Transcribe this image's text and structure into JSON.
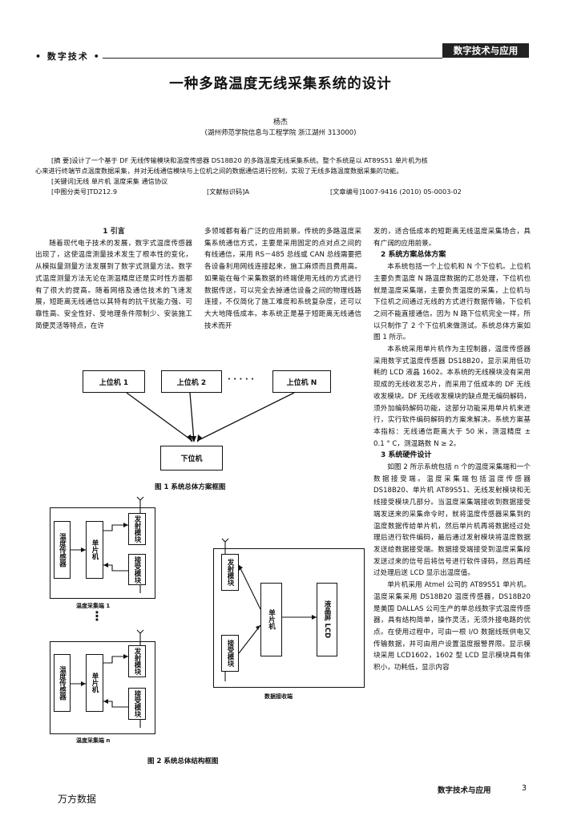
{
  "header": {
    "section_tag": "• 数字技术 •",
    "column_name": "数字技术与应用"
  },
  "title": "一种多路温度无线采集系统的设计",
  "author": "杨杰",
  "affiliation": "(湖州师范学院信息与工程学院    浙江湖州    313000)",
  "abstract": {
    "line1": "[摘    要]设计了一个基于 DF 无线传输模块和温度传感器 DS18B20 的多路温度无线采集系统。整个系统是以 AT89S51 单片机为核",
    "line2": "心来进行终端节点温度数据采集，并对无线通信模块与上位机之间的数据通信进行控制，实现了无线多路温度数据采集的功能。",
    "keywords": "[关键词]无线    单片机    温度采集    通信协议",
    "clc": "[中图分类号]TD212.9",
    "doc_code": "[文献标识码]A",
    "article_no": "[文章编号]1007-9416 (2010) 05-0003-02"
  },
  "col1": {
    "heading": "1  引言",
    "text": "随着现代电子技术的发展，数字式温度传感器出现了，这使温度测量技术发生了根本性的变化，从模拟量测量方法发展到了数字式测量方法。数字式温度测量方法无论在测温精度还是实时性方面都有了很大的提高。随着网络及通信技术的飞速发展，短距离无线通信以其特有的抗干扰能力强、可靠性高、安全性好、受地理条件限制少、安装施工简便灵活等特点，在许"
  },
  "col2": {
    "text": "多领域都有着广泛的应用前景。传统的多路温度采集系统通信方式，主要是采用固定的点对点之间的有线通信，采用 RS－485 总线或 CAN 总线需要把各设备利用网线连接起来，施工麻烦而且费用高。如果能在每个采集数据的终端使用无线的方式进行数据传送，可以完全去掉通信设备之间的物理线路连接，不仅简化了施工难度和系统复杂度，还可以大大地降低成本。本系统正是基于短距离无线通信技术而开"
  },
  "col3": {
    "p0": "发的，适合低成本的短距离无线温度采集场合，具有广阔的应用前景。",
    "heading2": "2  系统方案总体方案",
    "p1": "本系统包括一个上位机和 N 个下位机。上位机主要负责温度 N 路温度数据的汇总处理，下位机也就是温度采集端，主要负责温度的采集，上位机与下位机之间通过无线的方式进行数据传输，下位机之间不能直接通信。因为 N 路下位机完全一样，所以只制作了 2 个下位机来做测试。系统总体方案如图 1 所示。",
    "p2": "本系统采用单片机作为主控制器，温度传感器采用数字式温度传感器 DS18B20，显示采用低功耗的 LCD 液晶 1602。本系统的无线模块没有采用现成的无线收发芯片，而采用了低成本的 DF 无线收发模块。DF 无线收发模块的缺点是无编码解码，须外加编码解码功能，这部分功能采用单片机来进行，实行软件编码解码的方案来解决。系统方案基本指标：无线通信距离大于 50 米，测温精度 ± 0.1 ° C，测温路数 N ≥ 2。",
    "heading3": "3  系统硬件设计",
    "p3": "如图 2 所示系统包括 n 个的温度采集端和一个数据接受端。温度采集端包括温度传感器 DS18B20、单片机 AT89S51、无线发射模块和无线接受模块几部分。当温度采集端接收到数据接受端发送来的采集命令时，就将温度传感器采集到的温度数据传给单片机，然后单片机再将数据经过处理后进行软件编码，最后通过发射模块将温度数据发送给数据接受端。数据接受端接受到温度采集段发送过来的信号后将信号进行软件译码，然后再经过处理后送 LCD 显示出温度值。",
    "p4": "单片机采用 Atmel 公司的 AT89S51 单片机。温度采集采用 DS18B20 温度传感器，DS18B20 是美国 DALLAS 公司生产的单总线数字式温度传感器，具有结构简单，操作灵活，无须外接电路的优点。在使用过程中，可由一根 I/O 数据线既供电又传输数据，并可由用户设置温度报警界限。显示模块采用 LCD1602，1602 型 LCD 显示模块具有体积小，功耗低，显示内容"
  },
  "figure1": {
    "host1": "上位机 1",
    "host2": "上位机 2",
    "dots": "· · · · ·",
    "hostN": "上位机 N",
    "lower": "下位机",
    "caption": "图 1    系统总体方案框图"
  },
  "figure2": {
    "sensor": "温度传感器",
    "mcu": "单片机",
    "tx": "发射模块",
    "rx": "接受模块",
    "end1": "温度采集端 1",
    "vdots": "⋮",
    "endn": "温度采集端 n",
    "lcd": "液晶屏 LCD",
    "recv": "数据接收端",
    "caption": "图 2    系统总体结构框图"
  },
  "footer": {
    "journal": "数字技术与应用",
    "page": "3",
    "watermark": "万方数据"
  }
}
